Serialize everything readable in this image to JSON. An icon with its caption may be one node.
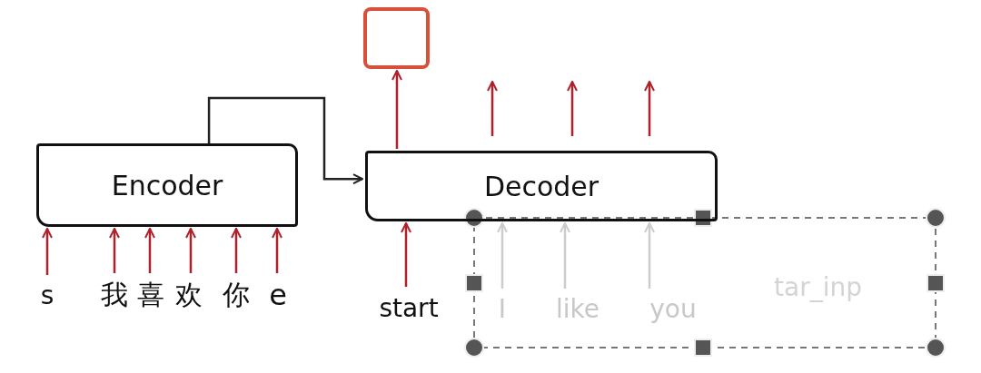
{
  "diagram": {
    "nodes": [
      {
        "text": [
          "Encoder"
        ]
      },
      {
        "text": [
          "Decoder"
        ]
      },
      {
        "text": [],
        "shape": "box"
      },
      {
        "text": [
          "s"
        ]
      },
      {
        "text": [
          "我"
        ]
      },
      {
        "text": [
          "喜"
        ]
      },
      {
        "text": [
          "欢"
        ]
      },
      {
        "text": [
          "你"
        ]
      },
      {
        "text": [
          "e"
        ]
      },
      {
        "text": [
          "start"
        ]
      },
      {
        "text": [
          "I"
        ]
      },
      {
        "text": [
          "like"
        ]
      },
      {
        "text": [
          "you"
        ]
      }
    ],
    "edges": [
      {
        "from": 0,
        "to": 1,
        "arrow": "to",
        "color": "#222222"
      },
      {
        "from": 3,
        "to": 0,
        "arrow": "to"
      },
      {
        "from": 4,
        "to": 0,
        "arrow": "to"
      },
      {
        "from": 5,
        "to": 0,
        "arrow": "to"
      },
      {
        "from": 6,
        "to": 0,
        "arrow": "to"
      },
      {
        "from": 7,
        "to": 0,
        "arrow": "to"
      },
      {
        "from": 8,
        "to": 0,
        "arrow": "to"
      },
      {
        "from": 9,
        "to": 1,
        "arrow": "to"
      },
      {
        "from": 10,
        "to": 1,
        "arrow": "to",
        "color": "#cccccc"
      },
      {
        "from": 11,
        "to": 1,
        "arrow": "to",
        "color": "#cccccc"
      },
      {
        "from": 12,
        "to": 1,
        "arrow": "to",
        "color": "#cccccc"
      },
      {
        "from": 1,
        "to": 2,
        "arrow": "to"
      },
      {
        "from": 1,
        "to": null,
        "arrow": "to"
      },
      {
        "from": 1,
        "to": null,
        "arrow": "to"
      },
      {
        "from": 1,
        "to": null,
        "arrow": "to"
      }
    ],
    "labels": [
      "tar_inp"
    ]
  }
}
